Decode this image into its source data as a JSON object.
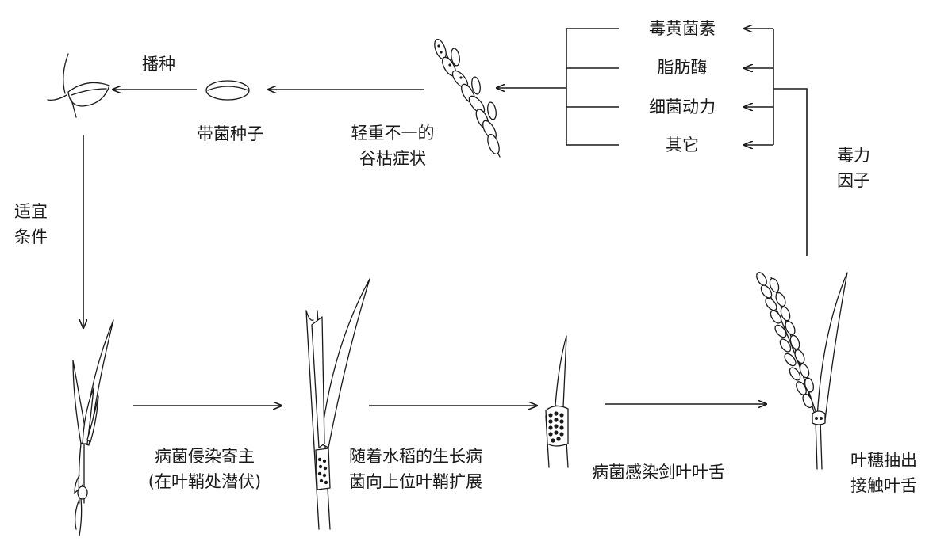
{
  "colors": {
    "ink": "#1a1a1a",
    "background": "#ffffff"
  },
  "factors": {
    "items": [
      "毒黄菌素",
      "脂肪酶",
      "细菌动力",
      "其它"
    ],
    "title_lines": [
      "毒力",
      "因子"
    ]
  },
  "stages": {
    "sowing": "播种",
    "seed": "带菌种子",
    "panicle_lines": [
      "轻重不一的",
      "谷枯症状"
    ],
    "conditions_lines": [
      "适宜",
      "条件"
    ],
    "infect_lines": [
      "病菌侵染寄主",
      "(在叶鞘处潜伏)"
    ],
    "spread_lines": [
      "随着水稻的生长病",
      "菌向上位叶鞘扩展"
    ],
    "ligule": "病菌感染剑叶叶舌",
    "heading_lines": [
      "叶穗抽出",
      "接触叶舌"
    ]
  }
}
